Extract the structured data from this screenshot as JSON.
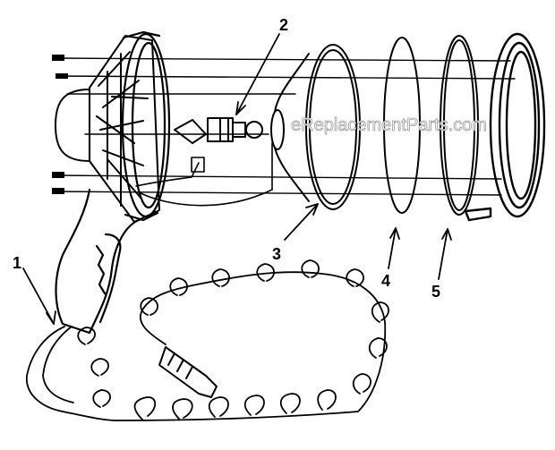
{
  "watermark": "eReplacementParts.com",
  "callouts": [
    {
      "id": "1",
      "part": "handle-cord-assembly"
    },
    {
      "id": "2",
      "part": "bulb"
    },
    {
      "id": "3",
      "part": "reflector"
    },
    {
      "id": "4",
      "part": "lens"
    },
    {
      "id": "5",
      "part": "gasket"
    }
  ],
  "colors": {
    "ink": "#000000",
    "background": "#ffffff",
    "watermark_outline": "#9a9a9a"
  }
}
